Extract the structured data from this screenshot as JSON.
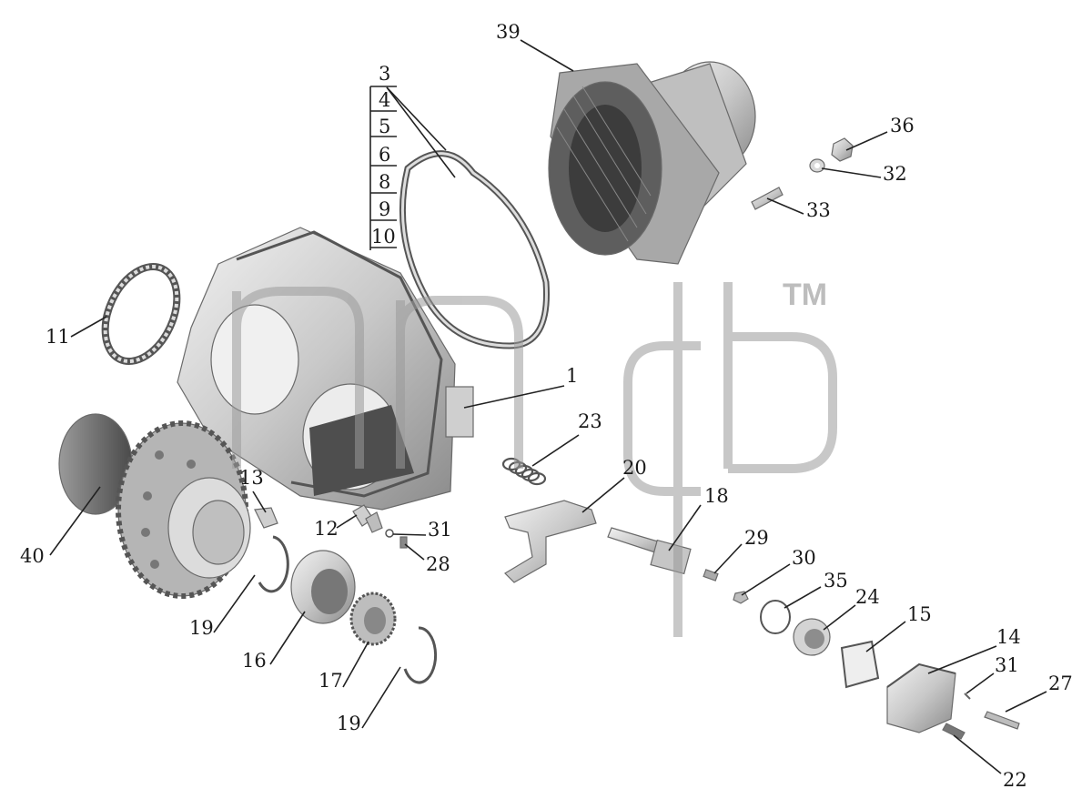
{
  "watermark": {
    "tm": "TM"
  },
  "stack_labels": [
    "3",
    "4",
    "5",
    "6",
    "8",
    "9",
    "10"
  ],
  "callouts": [
    {
      "id": "c39",
      "text": "39"
    },
    {
      "id": "c36",
      "text": "36"
    },
    {
      "id": "c32",
      "text": "32"
    },
    {
      "id": "c33",
      "text": "33"
    },
    {
      "id": "c11",
      "text": "11"
    },
    {
      "id": "c1",
      "text": "1"
    },
    {
      "id": "c23",
      "text": "23"
    },
    {
      "id": "c20",
      "text": "20"
    },
    {
      "id": "c18",
      "text": "18"
    },
    {
      "id": "c13",
      "text": "13"
    },
    {
      "id": "c12",
      "text": "12"
    },
    {
      "id": "c31a",
      "text": "31"
    },
    {
      "id": "c28",
      "text": "28"
    },
    {
      "id": "c29",
      "text": "29"
    },
    {
      "id": "c30",
      "text": "30"
    },
    {
      "id": "c35",
      "text": "35"
    },
    {
      "id": "c24",
      "text": "24"
    },
    {
      "id": "c15",
      "text": "15"
    },
    {
      "id": "c14",
      "text": "14"
    },
    {
      "id": "c31b",
      "text": "31"
    },
    {
      "id": "c27",
      "text": "27"
    },
    {
      "id": "c22",
      "text": "22"
    },
    {
      "id": "c40",
      "text": "40"
    },
    {
      "id": "c19a",
      "text": "19"
    },
    {
      "id": "c16",
      "text": "16"
    },
    {
      "id": "c17",
      "text": "17"
    },
    {
      "id": "c19b",
      "text": "19"
    }
  ],
  "colors": {
    "metal_light": "#e4e4e4",
    "metal_mid": "#bdbdbd",
    "metal_dark": "#6e6e6e",
    "ink": "#1a1a1a",
    "watermark": "#9a9a9a"
  }
}
